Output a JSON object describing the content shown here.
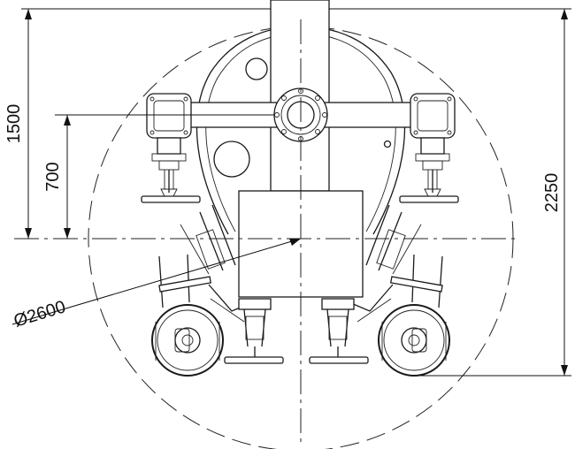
{
  "dimensions": {
    "height_1500": "1500",
    "height_700": "700",
    "height_2250": "2250",
    "diameter_2600": "Ø2600"
  }
}
